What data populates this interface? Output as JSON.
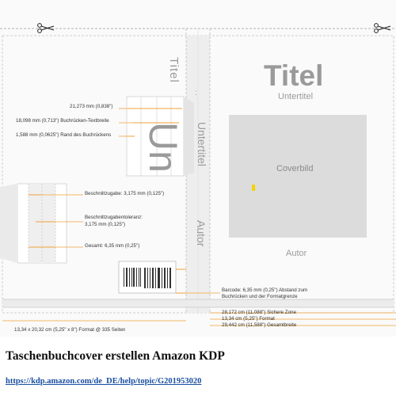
{
  "cover": {
    "spine_title": "Titel",
    "spine_subtitle": "Untertitel",
    "spine_author": "Autor",
    "zoom_text": "Un",
    "front_title": "Titel",
    "front_subtitle": "Untertitel",
    "cover_image_label": "Coverbild",
    "front_author": "Autor"
  },
  "annotations": {
    "spine_width": "21,273 mm (0,838\")",
    "spine_text_width": "18,098 mm (0,713\") Buchrücken-Textbreite",
    "spine_margin": "1,588 mm (0,0625\") Rand des Buchrückens",
    "bleed": "Beschnittzugabe: 3,175 mm (0,125\")",
    "bleed_tolerance_1": "Beschnittzugabentoleranz:",
    "bleed_tolerance_2": "3,175 mm (0,125\")",
    "bleed_total": "Gesamt: 6,35 mm (0,25\")",
    "barcode_1": "Barcode: 6,35 mm (0,25\") Abstand zum",
    "barcode_2": "Buchrücken und der Formatgrenze",
    "safe_zone": "28,172 cm (11,088\") Sichere Zone",
    "format": "13,34 cm (5,25\") Format",
    "total_width": "29,442 cm (11,588\") Gesamtbreite",
    "trim_size": "13,34 x 20,32 cm (5,25\" x 8\") Format @ 335 Seiten"
  },
  "caption": "Taschenbuchcover erstellen Amazon KDP",
  "link": "https://kdp.amazon.com/de_DE/help/topic/G201953020",
  "colors": {
    "accent_orange": "#f0a23a",
    "gray_text": "#9a9a9a",
    "cover_image_gray": "#dcdcdc",
    "link_blue": "#1a4fa0"
  }
}
